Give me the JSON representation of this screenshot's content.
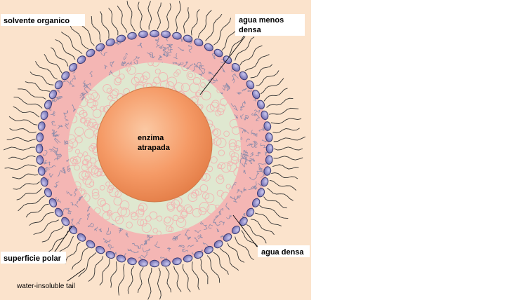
{
  "diagram": {
    "labels": {
      "organic_solvent": "solvente organico",
      "less_dense_water_1": "agua menos",
      "less_dense_water_2": "densa",
      "trapped_enzyme_1": "enzima",
      "trapped_enzyme_2": "atrapada",
      "polar_surface": "superficie polar",
      "dense_water": "agua densa",
      "tail": "water-insoluble tail"
    },
    "colors": {
      "background": "#fbe3cc",
      "pink_layer": "#f4b6b4",
      "pink_squiggle": "#7e86a8",
      "inner_water": "#dfe8d0",
      "bubble_outline": "#f2b4b2",
      "enzyme": "#f59a66",
      "head_fill": "#8c88c4",
      "head_stroke": "#3a3a72",
      "tail": "#333333"
    }
  }
}
